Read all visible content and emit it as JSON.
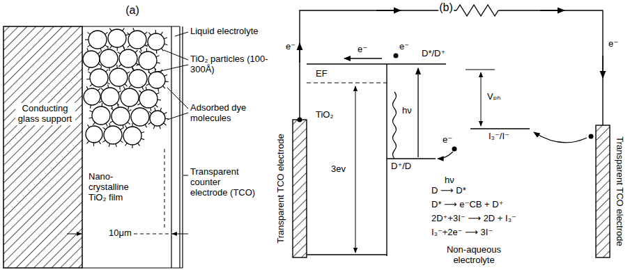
{
  "diagram": {
    "nodes": [
      {
        "text": [
          "Conducting glass support"
        ]
      },
      {
        "text": [
          "Nano-crystalline TiO₂ film"
        ]
      }
    ],
    "labels": [
      "(a)",
      "Liquid electrolyte",
      "TiO₂ particles (100-300Å)",
      "Adsorbed dye molecules",
      "10μm",
      "Transparent counter electrode (TCO)",
      "(b)",
      "e⁻",
      "e⁻",
      "e⁻",
      "D*/D⁺",
      "EF",
      "TiO₂",
      "hν",
      "Vₚₕ",
      "e⁻",
      "I₃⁻/I⁻",
      "e⁻",
      "D⁺/D",
      "3ev",
      "Transparent TCO electrode",
      "Transparent TCO electrode",
      "hν",
      "D ⟶ D*",
      "D* ⟶ e⁻CB + D⁺",
      "2D⁺+3I⁻ ⟶ 2D + I₃⁻",
      "I₃⁻+2e⁻ ⟶ 3I⁻",
      "Non-aqueous electrolyte"
    ]
  }
}
